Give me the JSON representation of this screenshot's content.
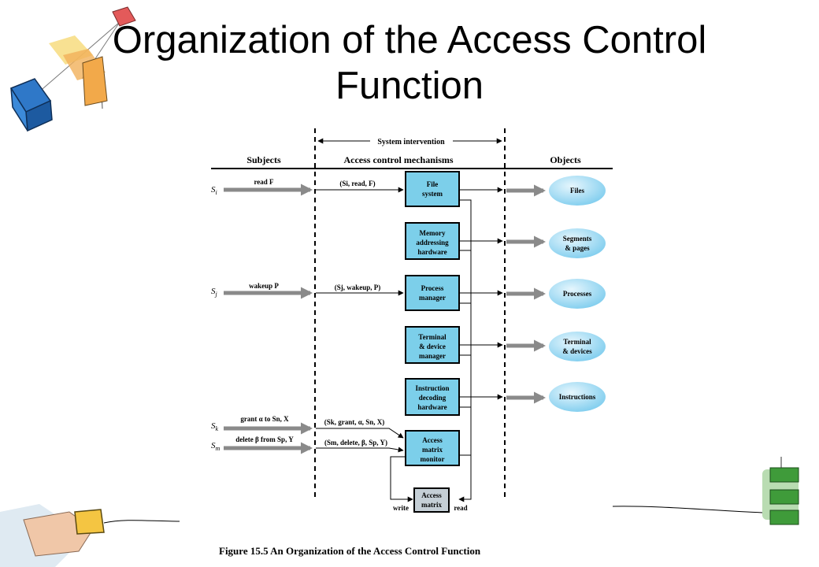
{
  "slide": {
    "title_line1": "Organization of the Access Control",
    "title_line2": "Function"
  },
  "diagram": {
    "header_intervention": "System intervention",
    "col_subjects": "Subjects",
    "col_mechanisms": "Access control mechanisms",
    "col_objects": "Objects",
    "subjects": [
      {
        "sym": "S",
        "sub": "i",
        "op": "read F"
      },
      {
        "sym": "S",
        "sub": "j",
        "op": "wakeup P"
      },
      {
        "sym": "S",
        "sub": "k",
        "op": "grant α to Sn, X"
      },
      {
        "sym": "S",
        "sub": "m",
        "op": "delete β from Sp, Y"
      }
    ],
    "requests": [
      "(Si, read, F)",
      "(Sj, wakeup, P)",
      "(Sk, grant, α, Sn, X)",
      "(Sm, delete, β, Sp, Y)"
    ],
    "mechanisms": [
      {
        "line1": "File",
        "line2": "system",
        "line3": ""
      },
      {
        "line1": "Memory",
        "line2": "addressing",
        "line3": "hardware"
      },
      {
        "line1": "Process",
        "line2": "manager",
        "line3": ""
      },
      {
        "line1": "Terminal",
        "line2": "& device",
        "line3": "manager"
      },
      {
        "line1": "Instruction",
        "line2": "decoding",
        "line3": "hardware"
      },
      {
        "line1": "Access",
        "line2": "matrix",
        "line3": "monitor"
      }
    ],
    "matrix": {
      "line1": "Access",
      "line2": "matrix"
    },
    "matrix_write": "write",
    "matrix_read": "read",
    "objects": [
      {
        "line1": "Files",
        "line2": ""
      },
      {
        "line1": "Segments",
        "line2": "& pages"
      },
      {
        "line1": "Processes",
        "line2": ""
      },
      {
        "line1": "Terminal",
        "line2": "& devices"
      },
      {
        "line1": "Instructions",
        "line2": ""
      }
    ],
    "caption": "Figure 15.5  An Organization of the Access Control Function",
    "colors": {
      "mechanism_fill": "#7ccfea",
      "matrix_fill": "#c5cfd6",
      "object_fill": "#a9ddf2",
      "arrow_gray": "#8a8a8a"
    }
  }
}
